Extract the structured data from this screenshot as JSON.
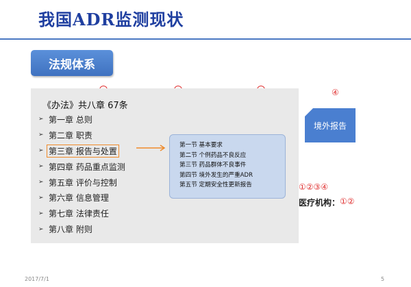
{
  "slide": {
    "title": "我国ADR监测现状",
    "section_label": "法规体系",
    "footer_date": "2017/7/1",
    "page_number": "5"
  },
  "document": {
    "heading": "《办法》共八章 67条",
    "chapters": [
      "第一章 总则",
      "第二章 职责",
      "第三章 报告与处置",
      "第四章 药品重点监测",
      "第五章 评价与控制",
      "第六章 信息管理",
      "第七章 法律责任",
      "第八章 附则"
    ],
    "highlighted_chapter": "第三章 报告与处置"
  },
  "sections": [
    "第一节  基本要求",
    "第二节  个例药品不良反应",
    "第三节  药品群体不良事件",
    "第四节  境外发生的严重ADR",
    "第五节  定期安全性更新报告"
  ],
  "overlay": {
    "circled_four": "④",
    "overseas_report_button": "境外报告",
    "partial_marks_right": "①②③④",
    "partial_medical_institution": "医疗机构：",
    "partial_medical_marks": "①②"
  },
  "colors": {
    "title": "#1f3fa0",
    "accent_blue": "#4a7fd0",
    "highlight_orange": "#ef8a2a",
    "red_marks": "#e03030",
    "panel_gray": "#e9e9e9"
  }
}
